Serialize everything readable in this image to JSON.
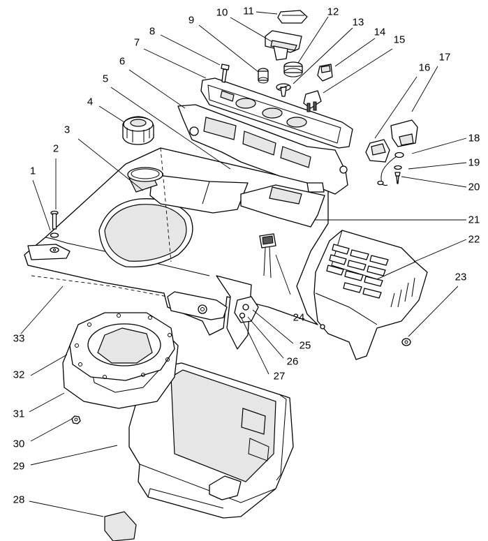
{
  "callouts": [
    {
      "id": "1",
      "text": "1"
    },
    {
      "id": "2",
      "text": "2"
    },
    {
      "id": "3",
      "text": "3"
    },
    {
      "id": "4",
      "text": "4"
    },
    {
      "id": "5",
      "text": "5"
    },
    {
      "id": "6",
      "text": "6"
    },
    {
      "id": "7",
      "text": "7"
    },
    {
      "id": "8",
      "text": "8"
    },
    {
      "id": "9",
      "text": "9"
    },
    {
      "id": "10",
      "text": "10"
    },
    {
      "id": "11",
      "text": "11"
    },
    {
      "id": "12",
      "text": "12"
    },
    {
      "id": "13",
      "text": "13"
    },
    {
      "id": "14",
      "text": "14"
    },
    {
      "id": "15",
      "text": "15"
    },
    {
      "id": "16",
      "text": "16"
    },
    {
      "id": "17",
      "text": "17"
    },
    {
      "id": "18",
      "text": "18"
    },
    {
      "id": "19",
      "text": "19"
    },
    {
      "id": "20",
      "text": "20"
    },
    {
      "id": "21",
      "text": "21"
    },
    {
      "id": "22",
      "text": "22"
    },
    {
      "id": "23",
      "text": "23"
    },
    {
      "id": "24",
      "text": "24"
    },
    {
      "id": "25",
      "text": "25"
    },
    {
      "id": "26",
      "text": "26"
    },
    {
      "id": "27",
      "text": "27"
    },
    {
      "id": "28",
      "text": "28"
    },
    {
      "id": "29",
      "text": "29"
    },
    {
      "id": "30",
      "text": "30"
    },
    {
      "id": "31",
      "text": "31"
    },
    {
      "id": "32",
      "text": "32"
    },
    {
      "id": "33",
      "text": "33"
    }
  ]
}
